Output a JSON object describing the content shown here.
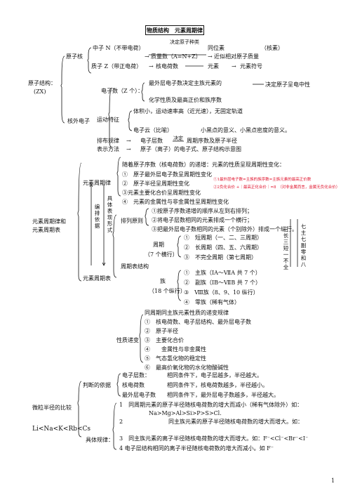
{
  "title": "物质结构　元素周期律",
  "sec1": {
    "note_top": "决定原子种类",
    "yuanzihe": "原子核",
    "zhongzi": "中子 N（不带电荷）",
    "tongweisu": "同位素",
    "hesu": "（核素）",
    "zhiliangshu": "质量数（A=N+Z）",
    "jinsi": "近似相对原子质量",
    "zhizi": "质子 Z（带正电荷）",
    "arrow": "→",
    "hedianheshu": "核电荷数",
    "yuansu": "元素",
    "yuansufuhao": "元素符号",
    "yuanzijiegou": "原子结构：",
    "zx": "(ZX)",
    "dianzishu": "电子数（Z 个）：",
    "zuiwaiceng": "最外层电子数决定主族元素的",
    "jueding": "决定原子呈电中性",
    "huaxue": "化学性质及最高正价和族序数",
    "hewaidianzi": "核外电子",
    "yundong": "运动特征",
    "tiji": "体积小，运动速率高（近光速），无固定轨道",
    "dianziyun": "电子云（比喻）",
    "xiaoheidian": "小黑点的意义、小黑点密度的意义。",
    "pailie": "排布规律",
    "dianziceng": "电子层数",
    "note_zhouqi": "决定",
    "zhouqixu": "周期序数及原子半径",
    "biaoshi": "表示方法",
    "yuanzilizi": "原子（离子）的电子式、原子结构示意图"
  },
  "sec2": {
    "suizhe": "随着原子序数（核电荷数）的递增：元素的性质呈现周期性变化：",
    "p1": "①　原子最外层电子数呈周期性变化",
    "p2": "②　原子半径呈周期性变化",
    "p3": "③元素主要化合价呈周期性变化",
    "p4": "④　元素的金属性与非金属性呈周期性变化",
    "red1": "①1最外层电子数=主族的族序数=主族元素的最高正价数",
    "red2": "②2负化合价 +｜最高正化合价｜=8　（对非金属而言，金属无负化合价）",
    "yuansuzhouqilv": "元素周期律",
    "bianpai": "编排依据",
    "juti": "具体表现形式",
    "left1": "元素周期律和",
    "left2": "元素周期表",
    "pailiefz": "排列原则",
    "r1": "①按原子序数递增的顺序从左到右排列；",
    "r2": "②将电子层数相同的元素排成一个横行；",
    "r3": "③把最外层电子数相同的元素（个别除外）排成一个纵行。",
    "zhouqi": "周期",
    "heng": "（7 个横行）",
    "z1": "①　短周期（一、二、三周期）",
    "z2": "②　长周期（四、五、六周期）",
    "z3": "③　不完全周期（第七周期）",
    "qiduan": "七主七副零和八",
    "sanchang": "三长三短一不全",
    "zhouqibiao_jiegou": "周期表结构",
    "zu": "族",
    "zong": "（18 个纵行）",
    "zu1": "①　主族（ⅠA～ⅦA 共 7 个）",
    "zu2": "②　副族（ⅠB～ⅦB 共 7 个）",
    "zu3": "③　Ⅷ族（8、9、10 纵行）",
    "zu4": "④　零族（稀有气体）",
    "yuansuzhouqibiao": "元素周期表",
    "tongzhouqi": "同周期同主族元素性质的递变规律",
    "x1": "①　核电荷数、电子层结构、最外层电子数",
    "x2": "②　原子半径",
    "x3": "③　主要化合价",
    "x4": "④　　金属性与非金属性",
    "x5": "⑤　气态氢化物的稳定性",
    "x6": "⑥　最高价氧化物的水化物酸碱性",
    "xingzhidibian": "性质递变"
  },
  "sec3": {
    "weili": "微粒半径的比较",
    "yiju": "判断的依据",
    "dianziceng": "电子层数：",
    "d_text": "相同条件下，电子层越多，半径越大。",
    "hedian": "核电荷数",
    "h_text": "相同条件下，核电荷数越多，半径越小。",
    "zuiwai": "最外层电子数",
    "w_text": "相同条件下，最外层电子数越多，半径越大。",
    "g1": "1　同周期元素的原子半径随核电荷数的增大而减小（稀有气体除外）如：",
    "g1b": "Na>Mg>Al>Si>P>S>Cl.",
    "g2num": "2",
    "g2": "同主族元素的原子半径随核电荷数的增大而增大。如：",
    "lina": "Li<Na<K<Rb<Cs",
    "juti": "具体规律：",
    "g3": "3　同主族元素的离子半径随核电荷数的增大而增大。如：F⁻<Cl⁻<Br⁻<I⁻",
    "g4": "4 电子层结构相同的离子半径随核电荷数的增大而减小。如 F⁻"
  },
  "page_number": "1",
  "colors": {
    "annotation": "#e0102a",
    "text": "#111111"
  }
}
